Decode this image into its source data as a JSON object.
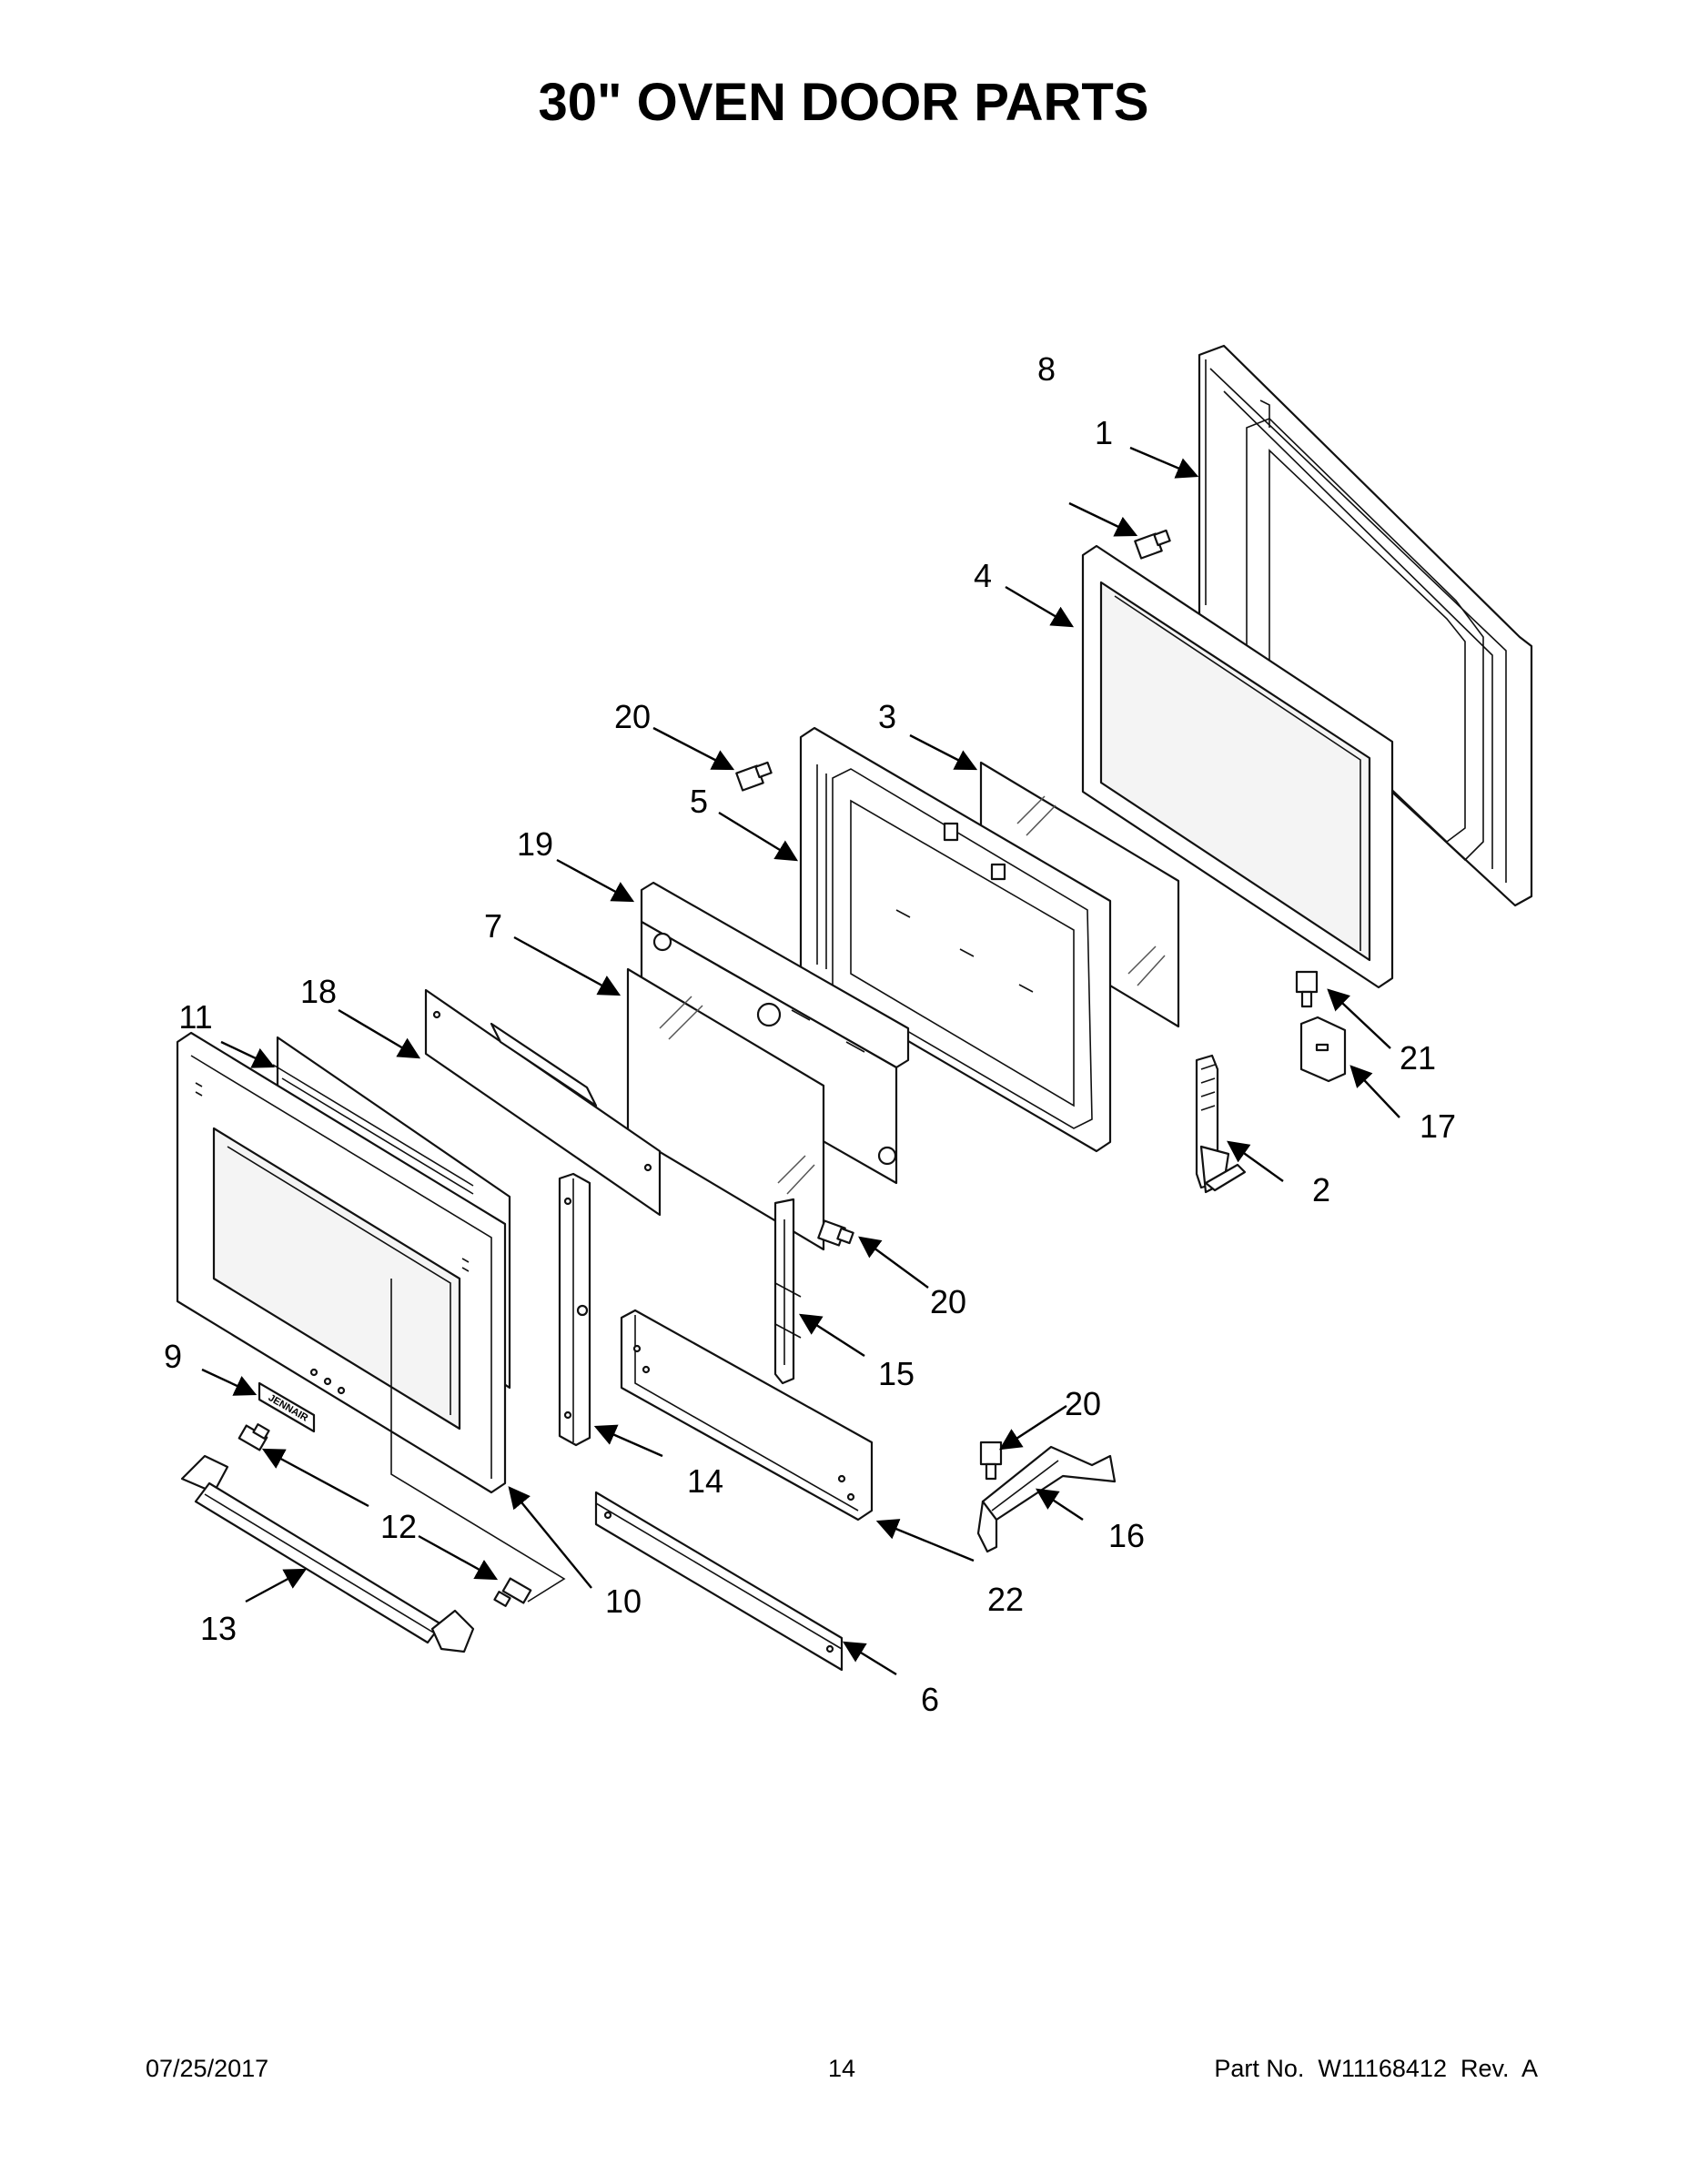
{
  "header": {
    "title": "30\" OVEN DOOR PARTS"
  },
  "callouts": {
    "c1": "1",
    "c2": "2",
    "c3": "3",
    "c4": "4",
    "c5": "5",
    "c6": "6",
    "c7": "7",
    "c8": "8",
    "c9": "9",
    "c10": "10",
    "c11": "11",
    "c12": "12",
    "c13": "13",
    "c14": "14",
    "c15": "15",
    "c16": "16",
    "c17": "17",
    "c18": "18",
    "c19": "19",
    "c20": "20",
    "c21": "21",
    "c22": "22"
  },
  "logo_text": "JENNAIR",
  "footer": {
    "date": "07/25/2017",
    "page_number": "14",
    "part_no": "Part No.  W11168412  Rev.  A"
  }
}
